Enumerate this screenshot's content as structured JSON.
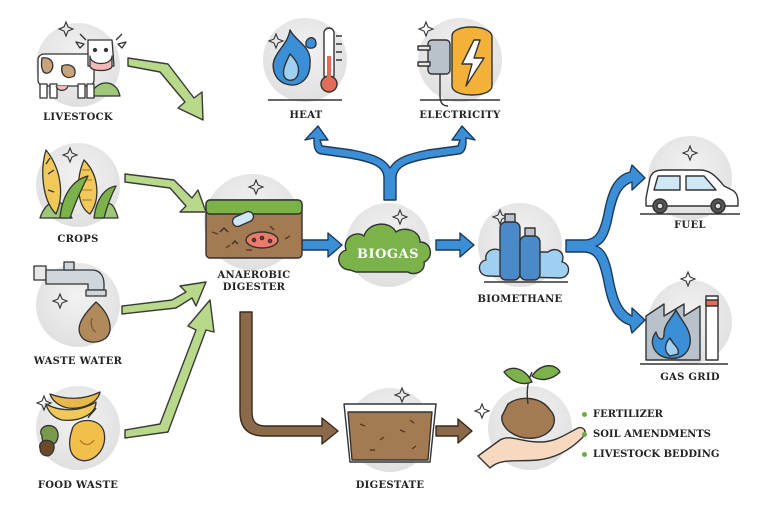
{
  "labels": {
    "livestock": "LIVESTOCK",
    "crops": "CROPS",
    "waste_water": "WASTE WATER",
    "food_waste": "FOOD WASTE",
    "digester_line1": "ANAEROBIC",
    "digester_line2": "DIGESTER",
    "biogas": "BIOGAS",
    "heat": "HEAT",
    "electricity": "ELECTRICITY",
    "biomethane": "BIOMETHANE",
    "fuel": "FUEL",
    "gas_grid": "GAS GRID",
    "digestate": "DIGESTATE"
  },
  "uses": [
    "FERTILIZER",
    "SOIL AMENDMENTS",
    "LIVESTOCK BEDDING"
  ],
  "colors": {
    "green_arrow": "#b8d88a",
    "blue_arrow": "#3a8fd6",
    "brown_arrow": "#8a6a4a",
    "bullet": "#6aaa4a",
    "circle_bg": "#e8e8e8"
  },
  "icons": [
    "cow-icon",
    "corn-icon",
    "faucet-icon",
    "food-waste-icon",
    "digester-icon",
    "biogas-cloud-icon",
    "flame-thermometer-icon",
    "plug-icon",
    "gas-tanks-icon",
    "car-icon",
    "gas-grid-icon",
    "digestate-tank-icon",
    "hand-sprout-icon"
  ]
}
